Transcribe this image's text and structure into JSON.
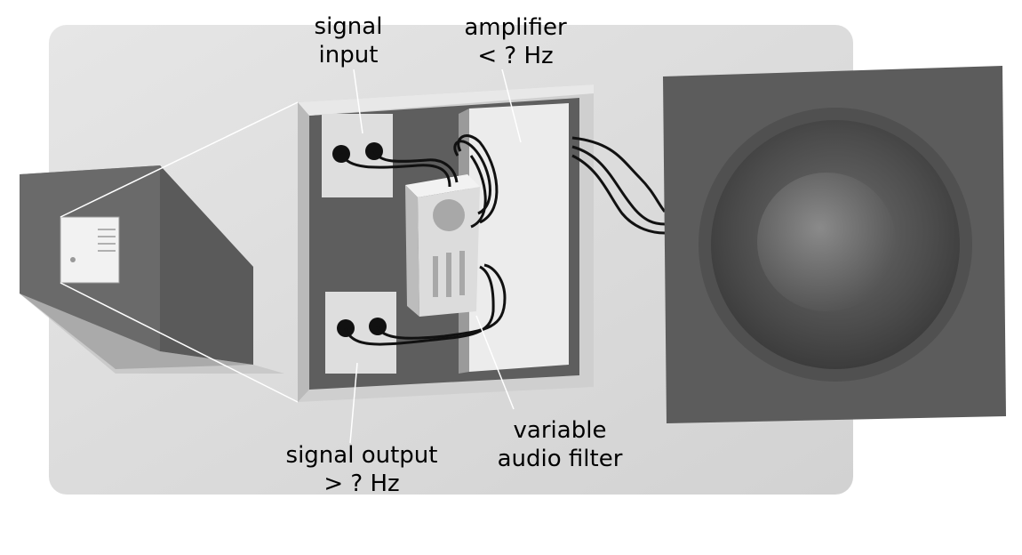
{
  "labels": {
    "signal_input": {
      "line1": "signal",
      "line2": "input"
    },
    "amplifier": {
      "line1": "amplifier",
      "line2": "< ? Hz"
    },
    "variable_filter": {
      "line1": "variable",
      "line2": "audio filter"
    },
    "signal_output": {
      "line1": "signal output",
      "line2": "> ? Hz"
    }
  },
  "colors": {
    "background_panel": "#dcdcdc",
    "box_dark": "#5a5a5a",
    "frame_light": "#c8c8c8",
    "board_light": "#e6e6e6",
    "cable": "#111111",
    "speaker_frame": "#5c5c5c"
  }
}
